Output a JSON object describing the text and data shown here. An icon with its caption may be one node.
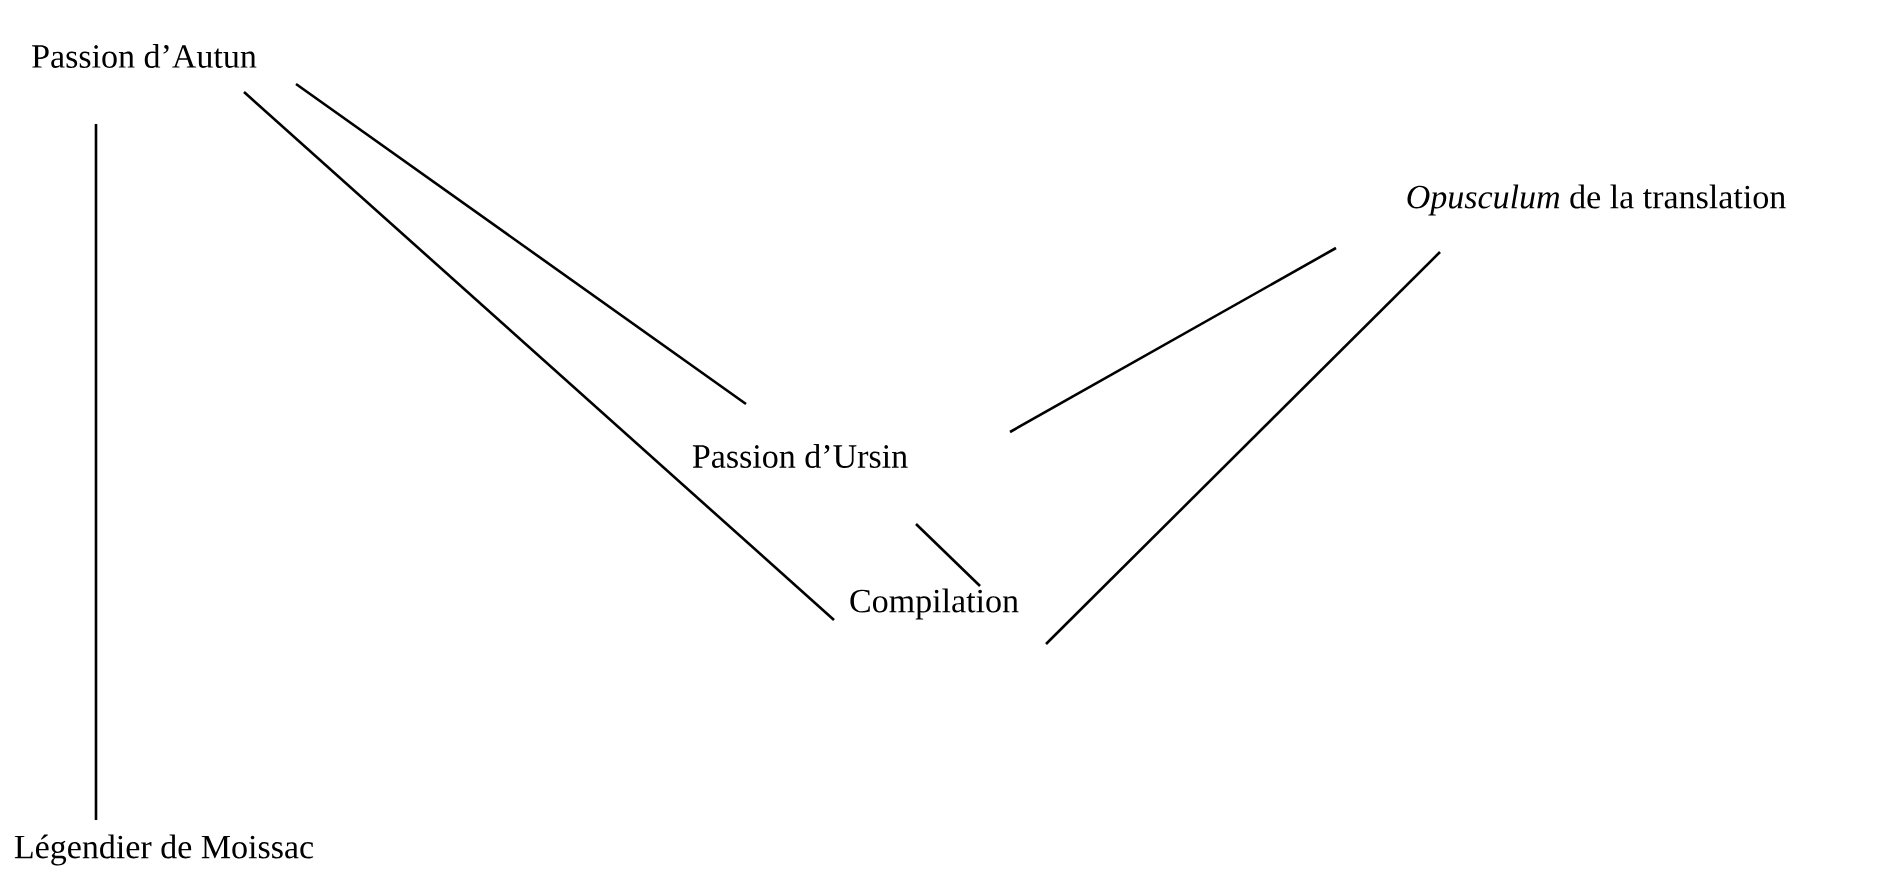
{
  "diagram": {
    "nodes": [
      {
        "text": [
          "Passion d’Autun"
        ]
      },
      {
        "text": [
          "*Opusculum* de la translation"
        ]
      },
      {
        "text": [
          "Passion d’Ursin"
        ]
      },
      {
        "text": [
          "Compilation"
        ]
      },
      {
        "text": [
          "Légendier de Moissac"
        ]
      }
    ],
    "edges": [
      {
        "from": 0,
        "to": 4,
        "arrow": "none"
      },
      {
        "from": 0,
        "to": 3,
        "arrow": "none"
      },
      {
        "from": 0,
        "to": 2,
        "arrow": "none"
      },
      {
        "from": 1,
        "to": 2,
        "arrow": "none"
      },
      {
        "from": 1,
        "to": 3,
        "arrow": "none"
      },
      {
        "from": 2,
        "to": 3,
        "arrow": "none"
      }
    ]
  }
}
